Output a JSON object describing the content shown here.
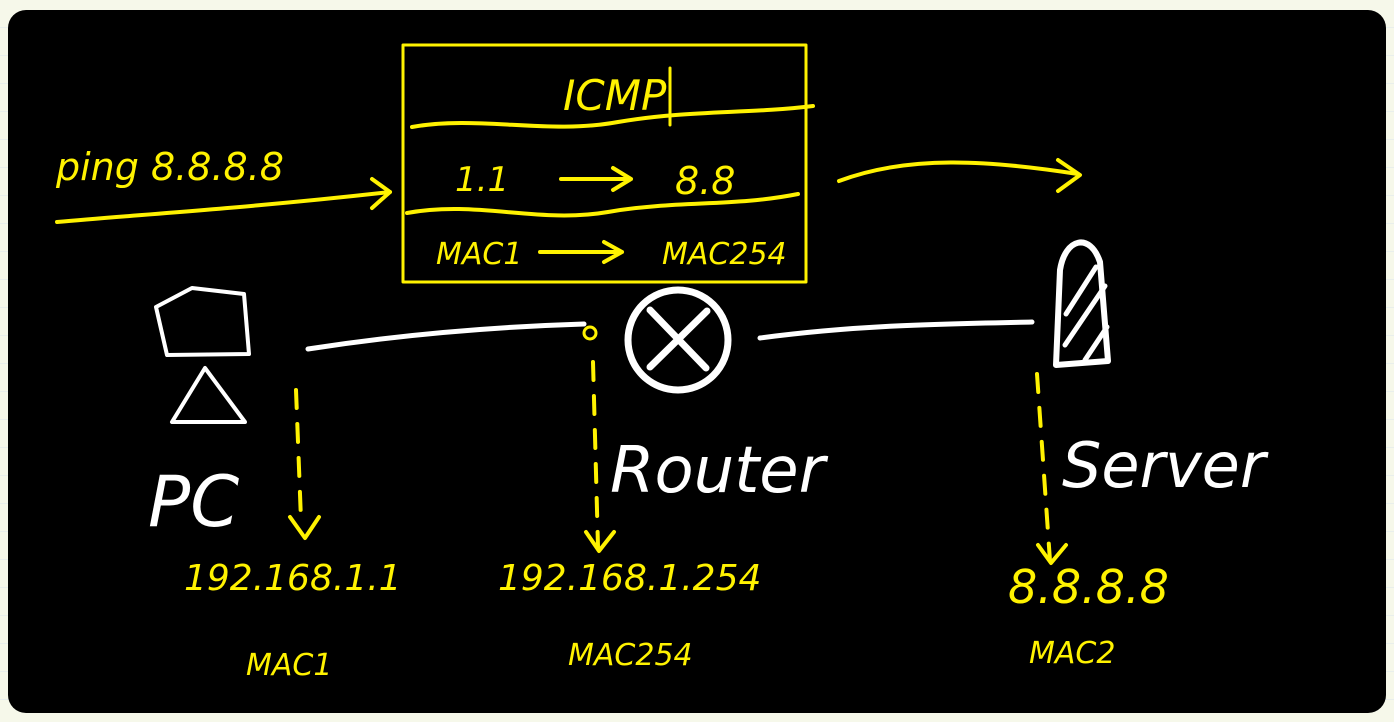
{
  "command": {
    "text": "ping 8.8.8.8"
  },
  "packet": {
    "protocol": "ICMP",
    "ip_src": "1.1",
    "ip_dst": "8.8",
    "mac_src": "MAC1",
    "mac_dst": "MAC254"
  },
  "nodes": {
    "pc": {
      "label": "PC",
      "ip": "192.168.1.1",
      "mac": "MAC1"
    },
    "router": {
      "label": "Router",
      "ip": "192.168.1.254",
      "mac": "MAC254"
    },
    "server": {
      "label": "Server",
      "ip": "8.8.8.8",
      "mac": "MAC2"
    }
  },
  "colors": {
    "background": "#000000",
    "page": "#f5f7e8",
    "annotation": "#fff200",
    "structure": "#ffffff"
  },
  "icons": {
    "pc": "pc-icon",
    "router": "router-icon",
    "server": "server-icon"
  }
}
